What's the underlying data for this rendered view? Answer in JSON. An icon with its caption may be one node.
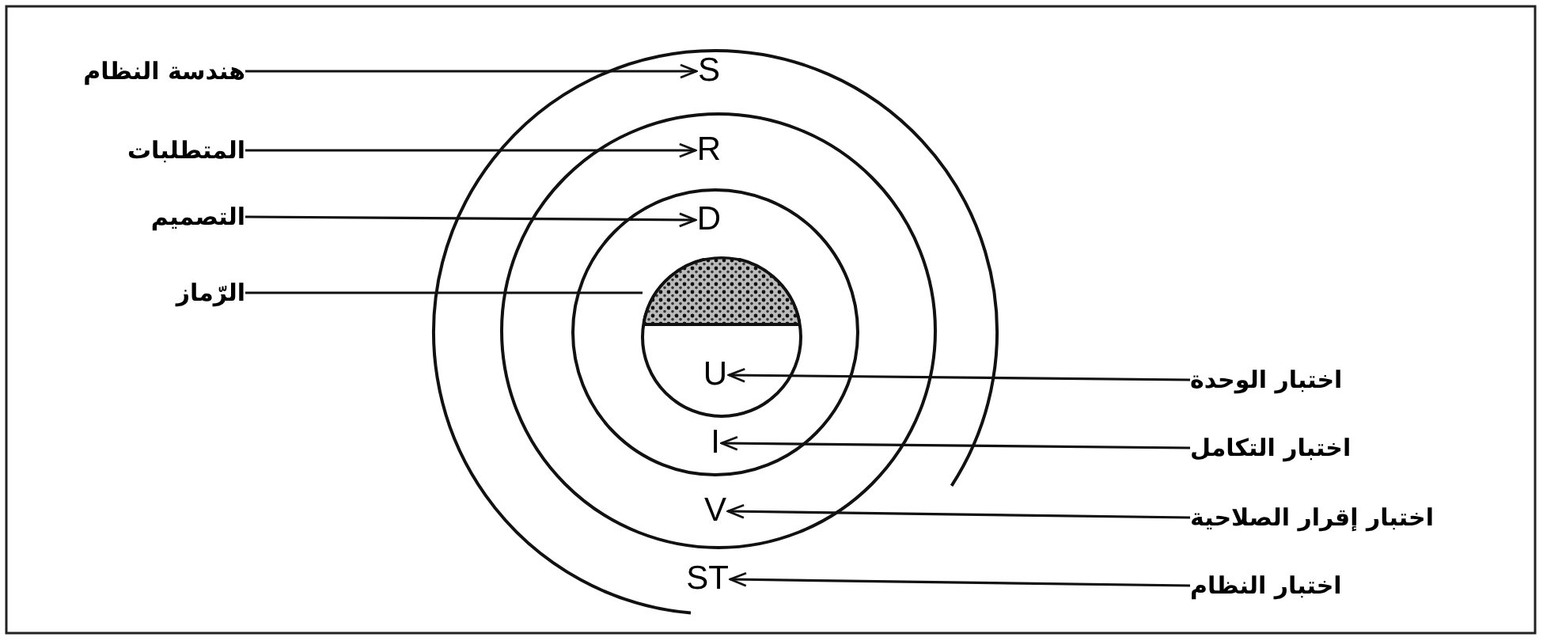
{
  "diagram": {
    "nodes": [
      {
        "text": [
          "هندسة النظام"
        ]
      },
      {
        "text": [
          "S"
        ]
      },
      {
        "text": [
          "المتطلبات"
        ]
      },
      {
        "text": [
          "R"
        ]
      },
      {
        "text": [
          "التصميم"
        ]
      },
      {
        "text": [
          "D"
        ]
      },
      {
        "text": [
          "الرّماز"
        ]
      },
      {
        "text": [],
        "shape": "circle"
      },
      {
        "text": [
          "U"
        ]
      },
      {
        "text": [
          "اختبار الوحدة"
        ]
      },
      {
        "text": [
          "I"
        ]
      },
      {
        "text": [
          "اختبار التكامل"
        ]
      },
      {
        "text": [
          "V"
        ]
      },
      {
        "text": [
          "اختبار إقرار الصلاحية"
        ]
      },
      {
        "text": [
          "ST"
        ]
      },
      {
        "text": [
          "اختبار النظام"
        ]
      }
    ],
    "edges": [
      {
        "from": 0,
        "to": 1,
        "arrow": "to"
      },
      {
        "from": 2,
        "to": 3,
        "arrow": "to"
      },
      {
        "from": 4,
        "to": 5,
        "arrow": "to"
      },
      {
        "from": 6,
        "to": 7,
        "arrow": "none"
      },
      {
        "from": 9,
        "to": 8,
        "arrow": "to"
      },
      {
        "from": 11,
        "to": 10,
        "arrow": "to"
      },
      {
        "from": 13,
        "to": 12,
        "arrow": "to"
      },
      {
        "from": 15,
        "to": 14,
        "arrow": "to"
      }
    ]
  }
}
